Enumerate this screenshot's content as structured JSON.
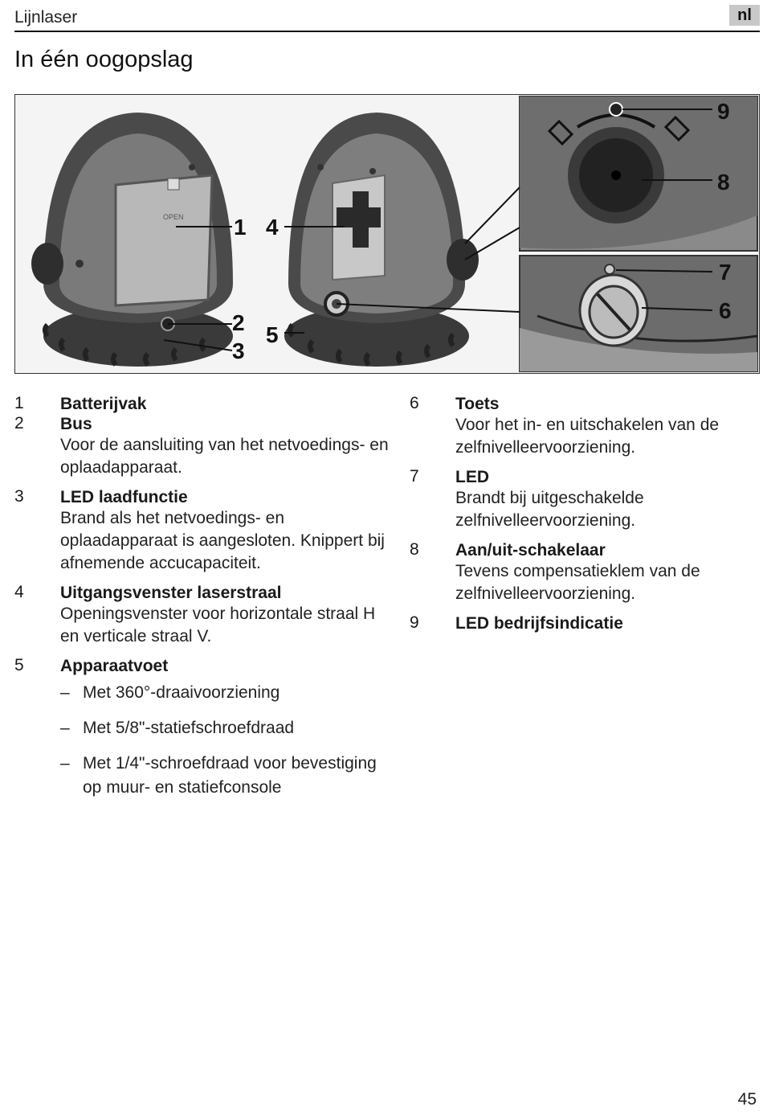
{
  "header": {
    "title": "Lijnlaser",
    "lang": "nl"
  },
  "page_title": "In één oogopslag",
  "figure": {
    "callouts": [
      "1",
      "2",
      "3",
      "4",
      "5",
      "6",
      "7",
      "8",
      "9"
    ],
    "open_label": "OPEN"
  },
  "items": [
    {
      "num": "1",
      "label": "Batterijvak",
      "desc": ""
    },
    {
      "num": "2",
      "label": "Bus",
      "desc": "Voor de aansluiting van het netvoedings- en oplaadapparaat."
    },
    {
      "num": "3",
      "label": "LED laadfunctie",
      "desc": "Brand als het netvoedings- en oplaadapparaat is aangesloten. Knippert bij afnemende accucapaciteit."
    },
    {
      "num": "4",
      "label": "Uitgangsvenster laserstraal",
      "desc": "Openingsvenster voor horizontale straal H en verticale straal V."
    },
    {
      "num": "5",
      "label": "Apparaatvoet",
      "desc": ""
    },
    {
      "num": "6",
      "label": "Toets",
      "desc": "Voor het in- en uitschakelen van de zelfnivelleervoorziening."
    },
    {
      "num": "7",
      "label": "LED",
      "desc": "Brandt bij uitgeschakelde zelfnivelleervoorziening."
    },
    {
      "num": "8",
      "label": "Aan/uit-schakelaar",
      "desc": "Tevens compensatieklem van de zelfnivelleervoorziening."
    },
    {
      "num": "9",
      "label": "LED bedrijfsindicatie",
      "desc": ""
    }
  ],
  "subitems": [
    {
      "dash": "–",
      "text": "Met 360°-draaivoorziening"
    },
    {
      "dash": "–",
      "text": "Met 5/8\"-statiefschroefdraad"
    },
    {
      "dash": "–",
      "text": "Met 1/4\"-schroefdraad voor bevestiging op muur- en statiefconsole"
    }
  ],
  "page_number": "45"
}
